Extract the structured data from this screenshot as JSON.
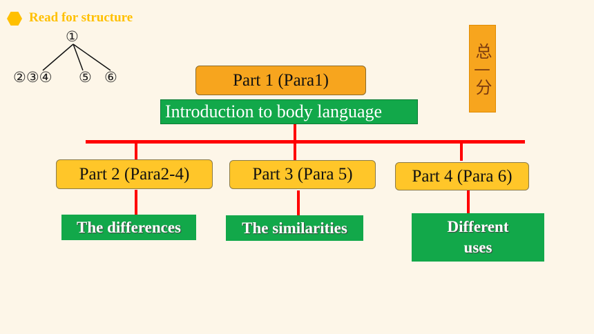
{
  "header": {
    "title": "Read for structure"
  },
  "tree": {
    "root": "①",
    "left": "②③④",
    "mid": "⑤",
    "right": "⑥"
  },
  "side_label": "总—分",
  "part1": {
    "label": "Part 1 (Para1)",
    "desc": "Introduction to body language"
  },
  "part2": {
    "label": "Part 2 (Para2-4)",
    "desc": "The differences"
  },
  "part3": {
    "label": "Part 3 (Para 5)",
    "desc": "The similarities"
  },
  "part4": {
    "label": "Part 4 (Para 6)",
    "desc_line1": "Different",
    "desc_line2": "uses"
  },
  "colors": {
    "background": "#fdf6e8",
    "accent": "#ffc000",
    "orange": "#f7a51e",
    "yellow": "#ffc629",
    "green": "#12a84a",
    "connector": "#ff0000"
  }
}
